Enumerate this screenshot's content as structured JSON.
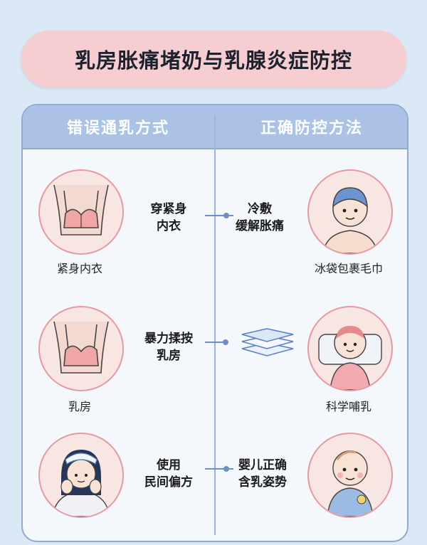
{
  "title": "乳房胀痛堵奶与乳腺炎症防控",
  "columns": {
    "wrong": "错误通乳方式",
    "right": "正确防控方法"
  },
  "rows": [
    {
      "wrong_caption": "紧身内衣",
      "wrong_text_1": "穿紧身",
      "wrong_text_2": "内衣",
      "right_text_1": "冷敷",
      "right_text_2": "缓解胀痛",
      "right_caption": "冰袋包裹毛巾"
    },
    {
      "wrong_caption": "乳房",
      "wrong_text_1": "暴力揉按",
      "wrong_text_2": "乳房",
      "right_text_1": "",
      "right_text_2": "",
      "right_caption": "科学哺乳"
    },
    {
      "wrong_caption": "",
      "wrong_text_1": "使用",
      "wrong_text_2": "民间偏方",
      "right_text_1": "婴儿正确",
      "right_text_2": "含乳姿势",
      "right_caption": ""
    }
  ],
  "colors": {
    "background": "#dbe8f5",
    "title_banner": "#f6cdd0",
    "header": "#a9c2e6",
    "border": "#8faad3",
    "circle_fill": "#f8e6e3",
    "circle_border": "#e59aa3"
  },
  "icons": [
    "bra-icon",
    "bra-icon",
    "woman-worried-icon",
    "man-cold-compress-icon",
    "towel-stack-icon",
    "baby-in-bed-icon",
    "baby-sitting-icon"
  ]
}
